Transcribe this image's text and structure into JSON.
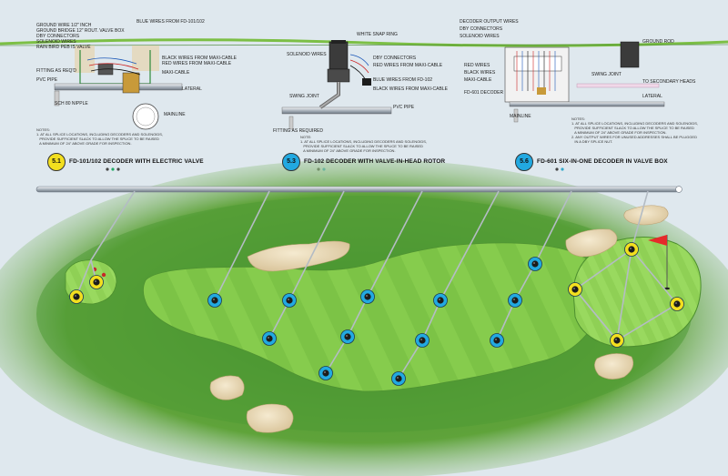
{
  "colors": {
    "background": "#dfe8ee",
    "rough": "#5fa33a",
    "fairway": "#7cc346",
    "green": "#8fd055",
    "bunker": "#ecdcbb",
    "decoder_yellow": "#f3df1f",
    "decoder_blue": "#22a9e1",
    "flag": "#e52a2a",
    "wire": "#b9c1c9"
  },
  "details": [
    {
      "id": "detail-5-1",
      "badge": "5.1",
      "badge_color": "#f3df1f",
      "title": "FD-101/102 DECODER WITH ELECTRIC VALVE",
      "labels": [
        "GROUND WIRE 1/2\" INCH",
        "GROUND BRIDGE 12\" ROUT. VALVE BOX",
        "DBY CONNECTORS",
        "SOLENOID WIRES",
        "BLUE WIRES FROM FD-101/102",
        "RAIN BIRD PEB IS VALVE",
        "BLACK WIRES FROM MAXI-CABLE",
        "RED WIRES FROM MAXI-CABLE",
        "FITTING AS REQ'D",
        "PVC PIPE",
        "SCH 80 NIPPLE",
        "MAINLINE",
        "MAXI-CABLE",
        "LATERAL"
      ],
      "notes": "NOTES:\n1. AT ALL SPLICE LOCATIONS, INCLUDING DECODERS AND SOLENOIDS,\n   PROVIDE SUFFICIENT SLACK TO ALLOW THE SPLICE TO BE RAISED\n   A MINIMUM OF 24\" ABOVE GRADE FOR INSPECTION."
    },
    {
      "id": "detail-5-3",
      "badge": "5.3",
      "badge_color": "#22a9e1",
      "title": "FD-102 DECODER WITH VALVE-IN-HEAD ROTOR",
      "labels": [
        "WHITE SNAP RING",
        "SOLENOID WIRES",
        "DBY CONNECTORS",
        "RED WIRES FROM MAXI-CABLE",
        "BLUE WIRES FROM FD-102",
        "BLACK WIRES FROM MAXI-CABLE",
        "SWING JOINT",
        "PVC PIPE",
        "FITTING AS REQUIRED"
      ],
      "notes": "NOTE:\n1. AT ALL SPLICE LOCATIONS, INCLUDING DECODERS AND SOLENOIDS,\n   PROVIDE SUFFICIENT SLACK TO ALLOW THE SPLICE TO BE RAISED\n   A MINIMUM OF 24\" ABOVE GRADE FOR INSPECTION."
    },
    {
      "id": "detail-5-6",
      "badge": "5.6",
      "badge_color": "#22a9e1",
      "title": "FD-601 SIX-IN-ONE DECODER IN VALVE BOX",
      "labels": [
        "DECODER OUTPUT WIRES",
        "GROUND ROD",
        "DBY CONNECTORS",
        "SOLENOID WIRES",
        "RED WIRES",
        "BLACK WIRES",
        "MAXI-CABLE",
        "FD-601 DECODER",
        "SWING JOINT",
        "TO SECONDARY HEADS",
        "LATERAL",
        "MAINLINE"
      ],
      "notes": "NOTES:\n1. AT ALL SPLICE LOCATIONS, INCLUDING DECODERS AND SOLENOIDS,\n   PROVIDE SUFFICIENT SLACK TO ALLOW THE SPLICE TO BE RAISED\n   A MINIMUM OF 24\" ABOVE GRADE FOR INSPECTION.\n2. ANY OUTPUT WIRES FOR UNUSED ADDRESSES SHALL BE PLUGGED\n   IN A DBY SPLICE NUT."
    }
  ]
}
